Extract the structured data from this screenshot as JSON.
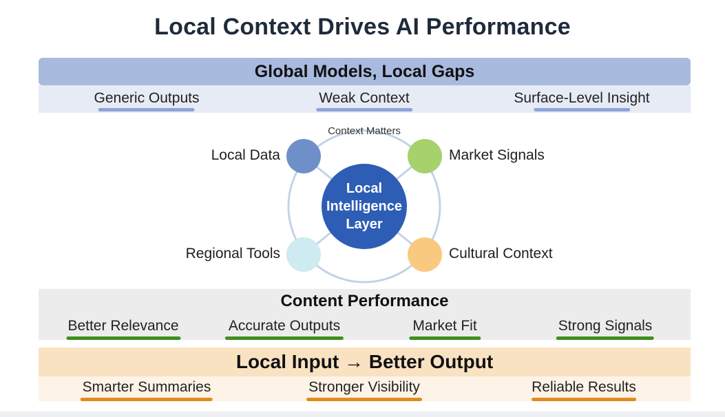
{
  "title": "Local Context Drives AI Performance",
  "section1": {
    "heading": "Global Models, Local Gaps",
    "items": [
      "Generic Outputs",
      "Weak Context",
      "Surface-Level Insight"
    ]
  },
  "diagram": {
    "top_label": "Context Matters",
    "center": [
      "Local",
      "Intelligence",
      "Layer"
    ],
    "nodes": [
      {
        "label": "Local Data",
        "color": "#6f8fc9"
      },
      {
        "label": "Market Signals",
        "color": "#a6d16c"
      },
      {
        "label": "Regional Tools",
        "color": "#cdebf0"
      },
      {
        "label": "Cultural Context",
        "color": "#f9c97f"
      }
    ],
    "center_color": "#2d5db5",
    "ring_color": "#c4d2e8"
  },
  "section2": {
    "heading": "Content Performance",
    "items": [
      "Better Relevance",
      "Accurate Outputs",
      "Market Fit",
      "Strong Signals"
    ]
  },
  "section3": {
    "heading": "Local Input → Better Output",
    "items": [
      "Smarter Summaries",
      "Stronger Visibility",
      "Reliable Results"
    ]
  },
  "colors": {
    "underline_blue": "#8ea4d8",
    "underline_green": "#3f8f1f",
    "underline_orange": "#e28a1c"
  }
}
